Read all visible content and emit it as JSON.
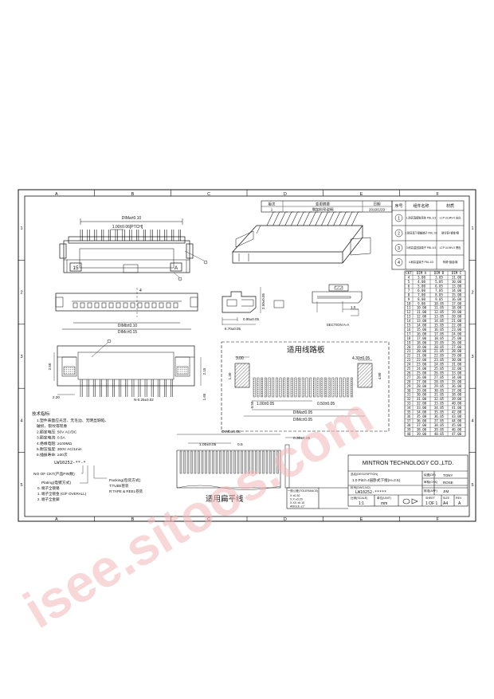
{
  "border": {
    "columns": [
      "A",
      "B",
      "C",
      "D",
      "E",
      "F"
    ],
    "rows": [
      "1",
      "2",
      "3",
      "4",
      "5"
    ]
  },
  "revision": {
    "headers": [
      "版次",
      "变更摘要",
      "日期"
    ],
    "row": [
      "1",
      "增加料号说明",
      "2019/1/29"
    ]
  },
  "parts": {
    "headers": [
      "序号",
      "组件名称",
      "材质"
    ],
    "rows": [
      [
        "1",
        "1.耐高温塑胶壳体 PBL:1/3",
        "LCP UL94V-0 米白"
      ],
      [
        "2",
        "2.耐高温下接触端子 PBL:1/3",
        "磷青铜+镀金/锡"
      ],
      [
        "3",
        "3.耐高温压接端子 PBL:1/3",
        "LCP UL94V-0 黑色"
      ],
      [
        "4",
        "4.耐高温端子 PBL:1/3",
        "黄铜+镀金/锡"
      ]
    ]
  },
  "dim_table": {
    "headers": [
      "CKT",
      "DIM A",
      "DIM B",
      "DIM C"
    ],
    "rows": [
      [
        "4",
        "3.00",
        "3.05",
        "11.00"
      ],
      [
        "5",
        "4.00",
        "5.05",
        "10.00"
      ],
      [
        "6",
        "5.00",
        "6.05",
        "13.00"
      ],
      [
        "7",
        "6.00",
        "7.05",
        "14.00"
      ],
      [
        "8",
        "7.00",
        "8.05",
        "15.00"
      ],
      [
        "9",
        "8.00",
        "9.05",
        "16.00"
      ],
      [
        "10",
        "9.00",
        "10.05",
        "17.00"
      ],
      [
        "11",
        "10.00",
        "11.05",
        "18.00"
      ],
      [
        "12",
        "11.00",
        "12.05",
        "19.00"
      ],
      [
        "13",
        "12.00",
        "13.05",
        "20.00"
      ],
      [
        "14",
        "13.00",
        "14.05",
        "21.00"
      ],
      [
        "15",
        "14.00",
        "15.05",
        "22.00"
      ],
      [
        "16",
        "15.00",
        "16.05",
        "23.00"
      ],
      [
        "17",
        "16.00",
        "17.05",
        "24.00"
      ],
      [
        "18",
        "17.00",
        "18.05",
        "25.00"
      ],
      [
        "19",
        "18.00",
        "19.05",
        "26.00"
      ],
      [
        "20",
        "19.00",
        "20.05",
        "27.00"
      ],
      [
        "21",
        "20.00",
        "21.05",
        "28.00"
      ],
      [
        "22",
        "21.00",
        "22.05",
        "29.00"
      ],
      [
        "23",
        "22.00",
        "23.05",
        "30.00"
      ],
      [
        "24",
        "23.00",
        "24.05",
        "31.00"
      ],
      [
        "25",
        "24.00",
        "25.05",
        "32.00"
      ],
      [
        "26",
        "25.00",
        "26.05",
        "33.00"
      ],
      [
        "27",
        "26.00",
        "27.05",
        "34.00"
      ],
      [
        "28",
        "27.00",
        "28.05",
        "35.00"
      ],
      [
        "29",
        "28.00",
        "29.05",
        "36.00"
      ],
      [
        "30",
        "29.00",
        "30.05",
        "37.00"
      ],
      [
        "31",
        "30.00",
        "31.05",
        "38.00"
      ],
      [
        "32",
        "31.00",
        "32.05",
        "39.00"
      ],
      [
        "33",
        "32.00",
        "33.05",
        "40.00"
      ],
      [
        "34",
        "33.00",
        "34.05",
        "41.00"
      ],
      [
        "35",
        "34.00",
        "35.05",
        "42.00"
      ],
      [
        "36",
        "35.00",
        "36.05",
        "43.00"
      ],
      [
        "37",
        "36.00",
        "37.05",
        "44.00"
      ],
      [
        "38",
        "37.00",
        "38.05",
        "45.00"
      ],
      [
        "39",
        "38.00",
        "39.05",
        "46.00"
      ],
      [
        "40",
        "39.00",
        "40.05",
        "47.00"
      ]
    ]
  },
  "views": {
    "top_dim_a": "DIMa±0.10",
    "top_pitch": "1.00±0.06[PTCH]",
    "pin_label": "15",
    "corner_label": "A",
    "front_dim_b": "DIMb±0.10",
    "front_dim_c": "DIMc±0.15",
    "front_marker": "4",
    "side_height": "2.50±0.05",
    "side_w1": "0.95±0.05",
    "side_w2": "6.70±0.05",
    "section_label": "SECTION A-A",
    "section_dim": "1.0",
    "bot_height": "2.50",
    "bot_mid": "2.15",
    "bot_n": "N-0.25±0.02",
    "bot_w": "2.20",
    "bot_h2": "1.65"
  },
  "pcb": {
    "title": "适用线路板",
    "d1": "3.00",
    "d2": "4.30±0.05",
    "d3": "1.00±0.05",
    "d4": "0.50±0.05",
    "d5": "DIMa±0.05",
    "d6": "DIMc±0.05",
    "v1": "1.30",
    "v2": "4.80",
    "v3": "0.50"
  },
  "ffc": {
    "title": "适用扁平线",
    "dim_a": "DIMb±0.08",
    "pitch": "1.00±0.05",
    "width": "0.5",
    "thick": "0.30±0.05"
  },
  "notes": {
    "heading": "技术指标:",
    "lines": [
      "1.塑件表面应光洁、无毛边、无明显缺陷、",
      "   破损、裂纹等现象",
      "2.额定电压: 50V AC/DC",
      "3.额定电流: 0.5A",
      "4.绝缘电阻: ≥100MΩ",
      "5.耐压强度: 300V AC/1min",
      "6.插拔寿命: ≥30次"
    ]
  },
  "order": {
    "code": "LW10252-**-*",
    "pins_label": "NO OF CKT(产品PIN数)",
    "plating_title": "Plating(电镀方式)",
    "plating_items": [
      "0. 端子全镀锡",
      "1. 端子全镀金 (G/F OVERALL)",
      "2. 端子全金脚"
    ],
    "packing_title": "Packing(包装方式)",
    "packing_items": [
      "T:TUBE管装",
      "R:TAPE & REEL卷装"
    ]
  },
  "title_block": {
    "company": "MINTRON TECHNOLOGY CO.,LTD.",
    "desc_label": "品名(DESCRIPTION)",
    "description": "1.0 Pitch 4层卧式下接(H=2.5)",
    "part_label": "料号(DWG.NO)",
    "part_no": "LW10252-*****",
    "tol_title": "一般公差(TOLERANCE)",
    "tol_rows": [
      "X ±0.30",
      "X.X ±0.20",
      "X.XX ±0.10",
      "ANGLE ±1°"
    ],
    "scale_label": "比例(SCALE)",
    "scale": "1:1",
    "unit_label": "单位(UNIT)",
    "unit": "mm",
    "drawn_label": "绘图(DR)",
    "drawn": "TONY",
    "checked_label": "审核(CHK)",
    "checked": "ROSE",
    "approved_label": "核准(APP)",
    "approved": "JIM",
    "sheet_label": "SHEET",
    "sheet": "1 OF 1",
    "size_label": "SIZE",
    "size": "A4",
    "rev_label": "REV",
    "rev": "A"
  },
  "watermark": "isee.sitoos.com",
  "colors": {
    "ink": "#111111",
    "watermark": "#f2b8b8",
    "hatch": "#777777"
  }
}
